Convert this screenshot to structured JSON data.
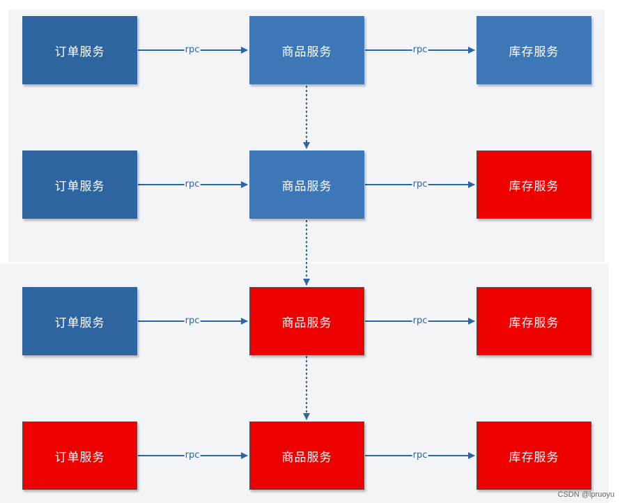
{
  "rows": [
    {
      "order": {
        "label": "订单服务",
        "state": "ok"
      },
      "goods": {
        "label": "商品服务",
        "state": "ok"
      },
      "stock": {
        "label": "库存服务",
        "state": "ok"
      }
    },
    {
      "order": {
        "label": "订单服务",
        "state": "ok"
      },
      "goods": {
        "label": "商品服务",
        "state": "ok"
      },
      "stock": {
        "label": "库存服务",
        "state": "fail"
      }
    },
    {
      "order": {
        "label": "订单服务",
        "state": "ok"
      },
      "goods": {
        "label": "商品服务",
        "state": "fail"
      },
      "stock": {
        "label": "库存服务",
        "state": "fail"
      }
    },
    {
      "order": {
        "label": "订单服务",
        "state": "fail"
      },
      "goods": {
        "label": "商品服务",
        "state": "fail"
      },
      "stock": {
        "label": "库存服务",
        "state": "fail"
      }
    }
  ],
  "edge_label": "rpc",
  "watermark": "CSDN @lpruoyu",
  "colors": {
    "healthy_dark": "#2e64a0",
    "healthy": "#3d77b7",
    "failed": "#ee0000",
    "arrow": "#2e64a0"
  }
}
